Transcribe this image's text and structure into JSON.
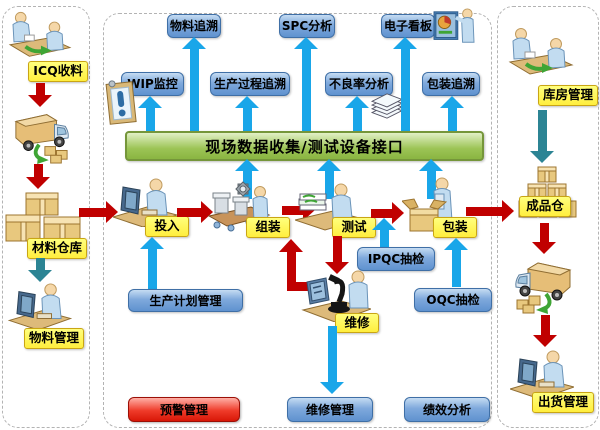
{
  "colors": {
    "yellow_label_bg": "#FFEE3E",
    "blue_label_bg": "#6F9FD8",
    "green_bar_bg": "#9CC455",
    "red_label_bg": "#E42313",
    "arrow_red": "#C00000",
    "arrow_cyan": "#19A6E9",
    "arrow_teal": "#2C8494"
  },
  "left_flow": {
    "receiving_label": "ICQ收料",
    "warehouse_label": "材料仓库",
    "material_mgmt_label": "物料管理"
  },
  "right_flow": {
    "warehouse_mgmt_label": "库房管理",
    "finished_goods_label": "成品仓",
    "shipping_label": "出货管理"
  },
  "interface_bar": {
    "label": "现场数据收集/测试设备接口"
  },
  "top_modules": {
    "wip": "WIP监控",
    "material_trace": "物料追溯",
    "process_trace": "生产过程追溯",
    "spc": "SPC分析",
    "defect": "不良率分析",
    "kanban": "电子看板",
    "packing_trace": "包装追溯"
  },
  "stations": {
    "input": "投入",
    "assembly": "组装",
    "test": "测试",
    "packing": "包装",
    "repair": "维修"
  },
  "bottom_modules": {
    "production_plan": "生产计划管理",
    "ipqc": "IPQC抽检",
    "oqc": "OQC抽检",
    "alert": "预警管理",
    "repair_mgmt": "维修管理",
    "performance": "绩效分析"
  }
}
